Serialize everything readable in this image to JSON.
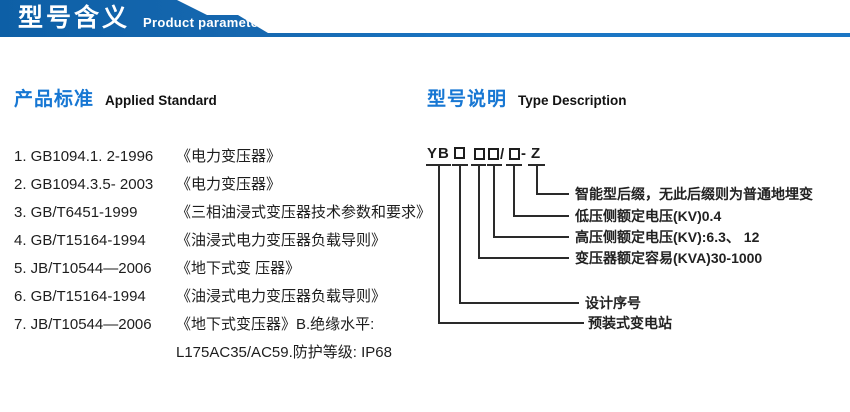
{
  "header": {
    "title_cn": "型号含义",
    "title_en": "Product parameters"
  },
  "left": {
    "heading_cn": "产品标准",
    "heading_en": "Applied Standard",
    "items": [
      {
        "code": "1. GB1094.1. 2-1996",
        "title": "《电力变压器》"
      },
      {
        "code": "2. GB1094.3.5- 2003",
        "title": "《电力变压器》"
      },
      {
        "code": "3. GB/T6451-1999",
        "title": "《三相油浸式变压器技术参数和要求》"
      },
      {
        "code": "4. GB/T15164-1994",
        "title": "《油浸式电力变压器负载导则》"
      },
      {
        "code": "5. JB/T10544—2006",
        "title": "《地下式变 压器》"
      },
      {
        "code": "6. GB/T15164-1994",
        "title": "《油浸式电力变压器负载导则》"
      },
      {
        "code": "7. JB/T10544—2006",
        "title": "《地下式变压器》B.绝缘水平:"
      }
    ],
    "continuation": "L175AC35/AC59.防护等级: IP68"
  },
  "right": {
    "heading_cn": "型号说明",
    "heading_en": "Type Description",
    "model_code": {
      "prefix": "YB",
      "slash": "/",
      "dash": "-",
      "suffix": "Z"
    },
    "labels": [
      "智能型后缀，无此后缀则为普通地埋变",
      "低压侧额定电压(KV)0.4",
      "高压侧额定电压(KV):6.3、 12",
      "变压器额定容易(KVA)30-1000",
      "设计序号",
      "预装式变电站"
    ]
  },
  "colors": {
    "banner_blue_dark": "#0d5fa6",
    "banner_blue_light": "#1b76c4",
    "accent_blue": "#1777d3",
    "text": "#1d1d1d"
  }
}
